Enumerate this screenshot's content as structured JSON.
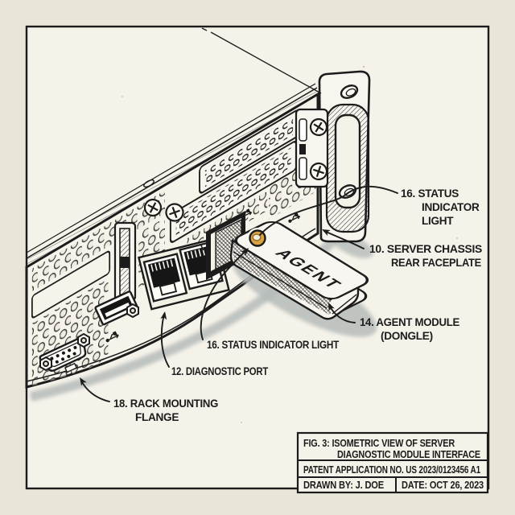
{
  "figure": {
    "dongle_label": "AGENT",
    "callouts": {
      "status_top": {
        "line1": "16. STATUS",
        "line2": "INDICATOR",
        "line3": "LIGHT"
      },
      "chassis": {
        "line1": "10. SERVER CHASSIS",
        "line2": "REAR FACEPLATE"
      },
      "agent": {
        "line1": "14. AGENT MODULE",
        "line2": "(DONGLE)"
      },
      "status_bottom": {
        "line1": "16. STATUS INDICATOR LIGHT"
      },
      "diagnostic": {
        "line1": "12. DIAGNOSTIC PORT"
      },
      "flange": {
        "line1": "18. RACK MOUNTING",
        "line2": "FLANGE"
      }
    }
  },
  "title_block": {
    "figure_caption_line1": "FIG. 3: ISOMETRIC VIEW OF SERVER",
    "figure_caption_line2": "DIAGNOSTIC MODULE INTERFACE",
    "patent_number": "PATENT APPLICATION NO. US 2023/0123456 A1",
    "drawn_by": "DRAWN BY: J. DOE",
    "date": "DATE: OCT 26, 2023"
  },
  "colors": {
    "page": "#e9e5d8",
    "paper": "#f5f2e9",
    "ink": "#1c1c1c",
    "shadow": "#b6bcba",
    "led_amber": "#d9a243",
    "led_center": "#f3ecd9"
  }
}
